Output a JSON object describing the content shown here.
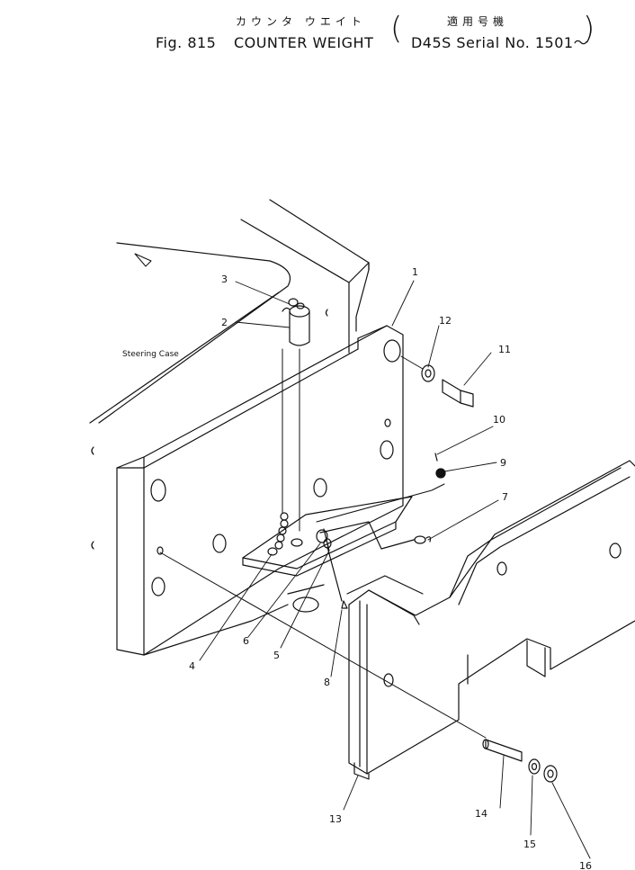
{
  "header": {
    "title_jp": "カウンタ ウエイト",
    "applicability_jp": "適用号機",
    "fig_label": "Fig. 815",
    "title": "COUNTER WEIGHT",
    "serial": "D45S Serial No. 1501～"
  },
  "callouts": {
    "steering_case": "Steering Case",
    "parts": [
      "1",
      "2",
      "3",
      "4",
      "5",
      "6",
      "7",
      "8",
      "9",
      "10",
      "11",
      "12",
      "13",
      "14",
      "15",
      "16"
    ]
  }
}
